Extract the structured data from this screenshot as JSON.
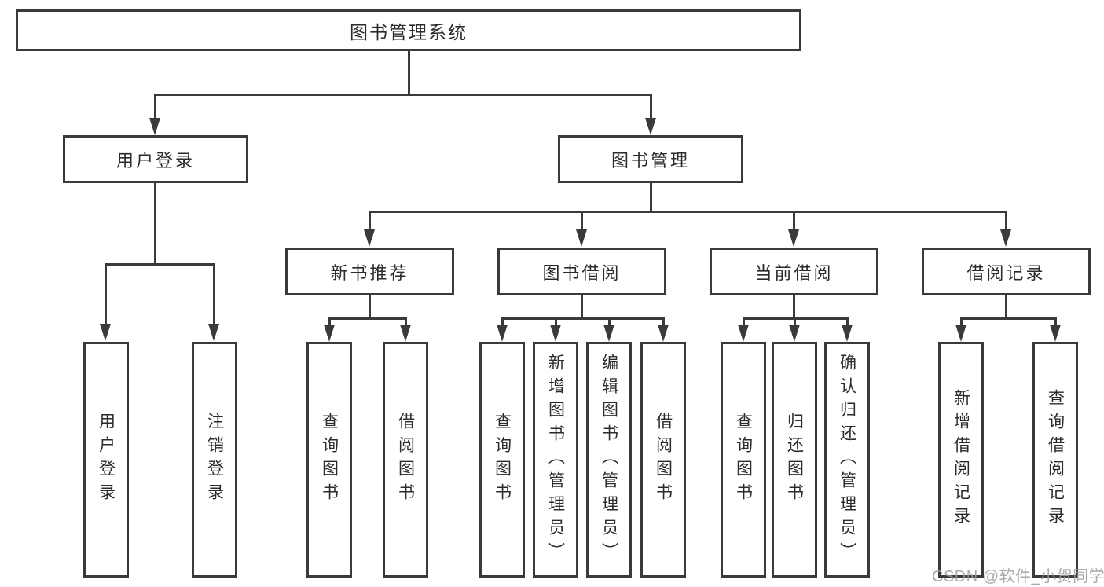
{
  "diagram": {
    "root": {
      "label": "图书管理系统"
    },
    "level1": [
      {
        "label": "用户登录",
        "leaves": [
          "用户登录",
          "注销登录"
        ]
      },
      {
        "label": "图书管理",
        "groups": [
          {
            "label": "新书推荐",
            "leaves": [
              "查询图书",
              "借阅图书"
            ]
          },
          {
            "label": "图书借阅",
            "leaves": [
              "查询图书",
              "新增图书（管理员）",
              "编辑图书（管理员）",
              "借阅图书"
            ]
          },
          {
            "label": "当前借阅",
            "leaves": [
              "查询图书",
              "归还图书",
              "确认归还（管理员）"
            ]
          },
          {
            "label": "借阅记录",
            "leaves": [
              "新增借阅记录",
              "查询借阅记录"
            ]
          }
        ]
      }
    ]
  },
  "watermark": {
    "text": "CSDN @软件_小贺同学"
  },
  "colors": {
    "line": "#3a3a3a",
    "background": "#ffffff",
    "watermark": "#9e9e9e"
  }
}
